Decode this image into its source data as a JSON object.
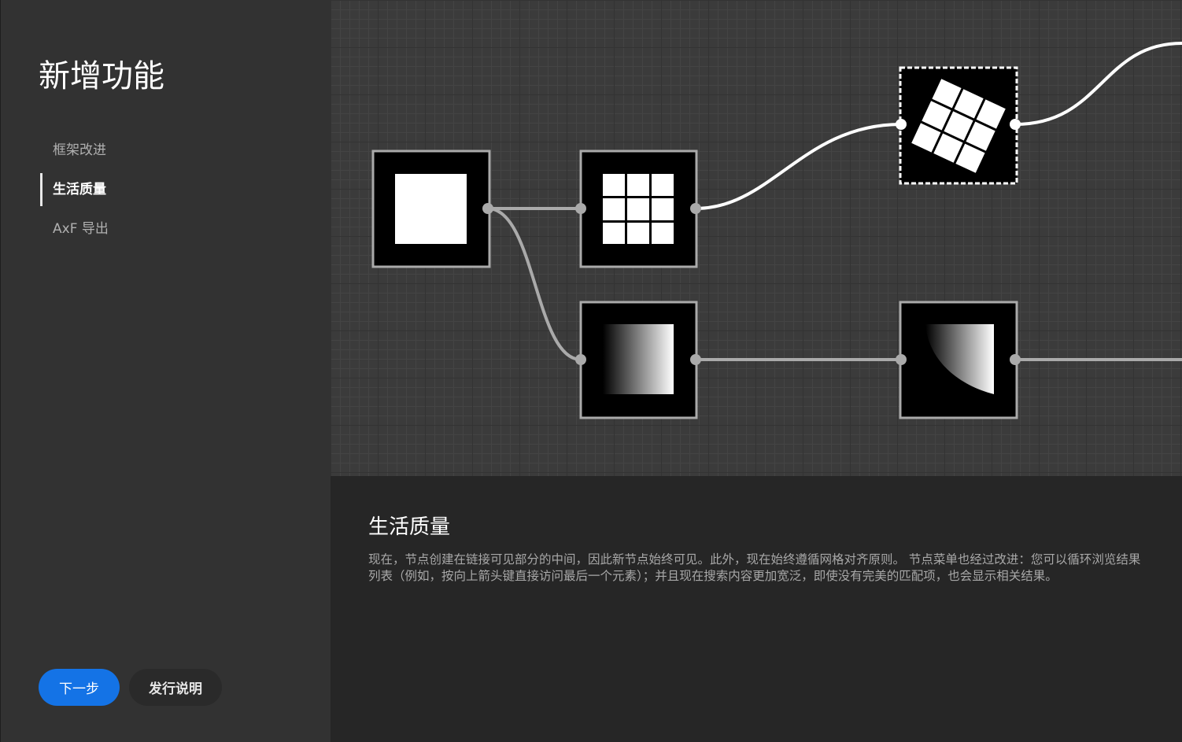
{
  "sidebar": {
    "title": "新增功能",
    "items": [
      {
        "label": "框架改进",
        "active": false
      },
      {
        "label": "生活质量",
        "active": true
      },
      {
        "label": "AxF 导出",
        "active": false
      }
    ],
    "next_label": "下一步",
    "notes_label": "发行说明"
  },
  "content": {
    "heading": "生活质量",
    "body": "现在，节点创建在链接可见部分的中间，因此新节点始终可见。此外，现在始终遵循网格对齐原则。 节点菜单也经过改进：您可以循环浏览结果列表（例如，按向上箭头键直接访问最后一个元素）；并且现在搜索内容更加宽泛，即使没有完美的匹配项，也会显示相关结果。"
  },
  "colors": {
    "accent": "#1473e6",
    "sidebar_bg": "#323232",
    "content_bg": "#262626"
  }
}
